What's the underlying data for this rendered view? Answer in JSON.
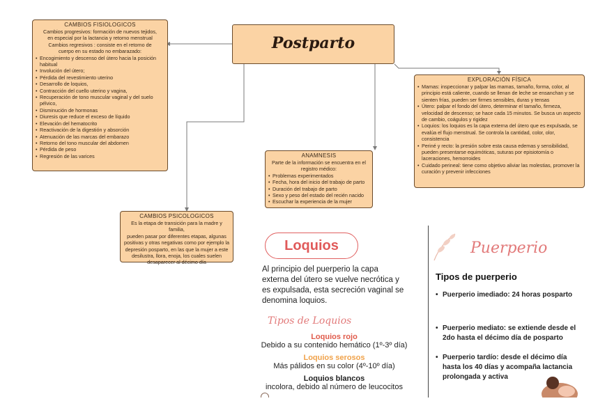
{
  "root": {
    "title": "Postparto"
  },
  "fisiologicos": {
    "title": "CAMBIOS FISIOLOGICOS",
    "intro": [
      "Cambios progresivos: formación de nuevos tejidos,",
      "en especial por la lactancia y retorno menstrual",
      "Cambios regresivos : consiste en el retorno de",
      "cuerpo en su estado no embarazado:"
    ],
    "items": [
      "Encogimiento y descenso del útero hacia la posición habitual",
      "Involución del útero;",
      "Pérdida del revestimiento uterino",
      "Desarrollo de loquios,",
      "Contracción del cuello uterino y vagina,",
      "Recuperación de tono muscular vaginal y del suelo pélvico,",
      "Disminución de hormonas",
      "Diuresis que reduce el exceso de líquido",
      "Elevación del hematocrito",
      "Reactivación de la digestión y absorción",
      "Atenuación de las marcas del embarazo",
      "Retorno del tono muscular del abdomen",
      "Pérdida de peso",
      "Regresión de las varices"
    ]
  },
  "psicologicos": {
    "title": "CAMBIOS PSICOLOGICOS",
    "lines": [
      "Es la etapa de transición para la madre y familia,",
      "pueden pasar por diferentes etapas, algunas",
      "positivas y otras negativas como por ejemplo la",
      "depresión posparto, en las que la mujer a este",
      "desilustra, llora, enoja, los cuales suelen",
      "desaparecer al décimo día"
    ]
  },
  "anamnesis": {
    "title": "ANAMNESIS",
    "intro": [
      "Parte de la información se encuentra en el",
      "registro médico:"
    ],
    "items": [
      "Problemas experimentados",
      "Fecha, hora del inicio del trabajo de parto",
      "Duración del trabajo de parto",
      "Sexo y peso del estado del recién nacido",
      "Escuchar la experiencia de la mujer"
    ]
  },
  "exploracion": {
    "title": "EXPLORACIÓN FÍSICA",
    "items": [
      "Mamas: inspeccionar y palpar las mamas, tamaño, forma, color, al principio está caliente, cuando se llenan de leche se ensanchan y se sienten frías, pueden ser firmes sensibles, duras y tensas",
      "Útero: palpar el fondo del útero, determinar el tamaño, firmeza, velocidad de descenso; se hace cada 15 minutos. Se busca un aspecto de cambio, coágulos y rigidez",
      "Loquios: los loquios es la capa externa del útero que es expulsada, se evalúa el flujo menstrual. Se controla la cantidad, color, olor, consistencia",
      "Periné y recto: la presión sobre esta causa edemas y sensibilidad, pueden presentarse equimóticas, suturas por episiotomía o laceraciones, hemorroides",
      "Cuidado perineal: tiene como objetivo aliviar las molestias, promover la curación y prevenir infecciones"
    ]
  },
  "loquios": {
    "title": "Loquios",
    "intro": "Al principio del puerperio la capa externa del útero se vuelve necrótica y es expulsada, esta secreción vaginal se denomina loquios.",
    "subtitle": "Tipos de Loquios",
    "types": [
      {
        "name": "Loquios rojo",
        "desc": "Debido a su contenido hemático (1º-3º día)",
        "color": "#e05a4a"
      },
      {
        "name": "Loquios serosos",
        "desc": "Más pálidos en su color (4º-10º día)",
        "color": "#f0a24a"
      },
      {
        "name": "Loquios blancos",
        "desc": "incolora, debido al número de leucocitos",
        "color": "#222222"
      }
    ]
  },
  "puerperio": {
    "title": "Puerperio",
    "subtitle": "Tipos de puerperio",
    "items": [
      "Puerperio imediado: 24 horas posparto",
      "Puerperio mediato: se extiende desde el 2do hasta el  décimo día de posparto",
      "Puerperio tardío: desde el décimo día hasta los 40 días y acompaña lactancia prolongada y activa"
    ]
  }
}
